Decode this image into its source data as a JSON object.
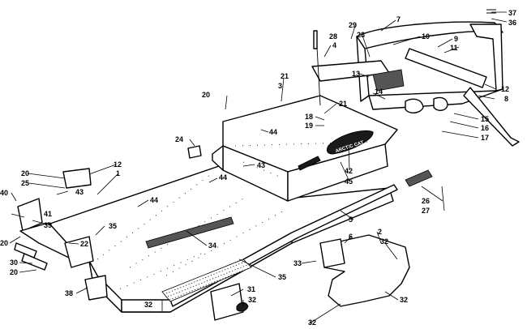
{
  "diagram": {
    "decal_text": "ARCTIC CAT",
    "callouts": [
      {
        "id": "c37",
        "text": "37"
      },
      {
        "id": "c36",
        "text": "36"
      },
      {
        "id": "c7",
        "text": "7"
      },
      {
        "id": "c29",
        "text": "29"
      },
      {
        "id": "c23",
        "text": "23"
      },
      {
        "id": "c10",
        "text": "10"
      },
      {
        "id": "c9",
        "text": "9"
      },
      {
        "id": "c11",
        "text": "11"
      },
      {
        "id": "c28",
        "text": "28"
      },
      {
        "id": "c4",
        "text": "4"
      },
      {
        "id": "c13",
        "text": "13"
      },
      {
        "id": "c14",
        "text": "14"
      },
      {
        "id": "c12a",
        "text": "12"
      },
      {
        "id": "c8",
        "text": "8"
      },
      {
        "id": "c15",
        "text": "15"
      },
      {
        "id": "c16",
        "text": "16"
      },
      {
        "id": "c17",
        "text": "17"
      },
      {
        "id": "c21a",
        "text": "21"
      },
      {
        "id": "c3",
        "text": "3"
      },
      {
        "id": "c20a",
        "text": "20"
      },
      {
        "id": "c21b",
        "text": "21"
      },
      {
        "id": "c18",
        "text": "18"
      },
      {
        "id": "c19",
        "text": "19"
      },
      {
        "id": "c44a",
        "text": "44"
      },
      {
        "id": "c24",
        "text": "24"
      },
      {
        "id": "c43a",
        "text": "43"
      },
      {
        "id": "c42",
        "text": "42"
      },
      {
        "id": "c45",
        "text": "45"
      },
      {
        "id": "c12b",
        "text": "12"
      },
      {
        "id": "c1",
        "text": "1"
      },
      {
        "id": "c20b",
        "text": "20"
      },
      {
        "id": "c25",
        "text": "25"
      },
      {
        "id": "c43b",
        "text": "43"
      },
      {
        "id": "c44b",
        "text": "44"
      },
      {
        "id": "c44c",
        "text": "44"
      },
      {
        "id": "c26",
        "text": "26"
      },
      {
        "id": "c27",
        "text": "27"
      },
      {
        "id": "c40",
        "text": "40"
      },
      {
        "id": "c41",
        "text": "41"
      },
      {
        "id": "c39",
        "text": "39"
      },
      {
        "id": "c35a",
        "text": "35"
      },
      {
        "id": "c5",
        "text": "5"
      },
      {
        "id": "c20c",
        "text": "20"
      },
      {
        "id": "c22",
        "text": "22"
      },
      {
        "id": "c34",
        "text": "34"
      },
      {
        "id": "c6",
        "text": "6"
      },
      {
        "id": "c2",
        "text": "2"
      },
      {
        "id": "c32a",
        "text": "32"
      },
      {
        "id": "c30",
        "text": "30"
      },
      {
        "id": "c20d",
        "text": "20"
      },
      {
        "id": "c33",
        "text": "33"
      },
      {
        "id": "c35b",
        "text": "35"
      },
      {
        "id": "c38",
        "text": "38"
      },
      {
        "id": "c31",
        "text": "31"
      },
      {
        "id": "c32b",
        "text": "32"
      },
      {
        "id": "c32c",
        "text": "32"
      },
      {
        "id": "c32d",
        "text": "32"
      },
      {
        "id": "c32e",
        "text": "32"
      }
    ]
  }
}
